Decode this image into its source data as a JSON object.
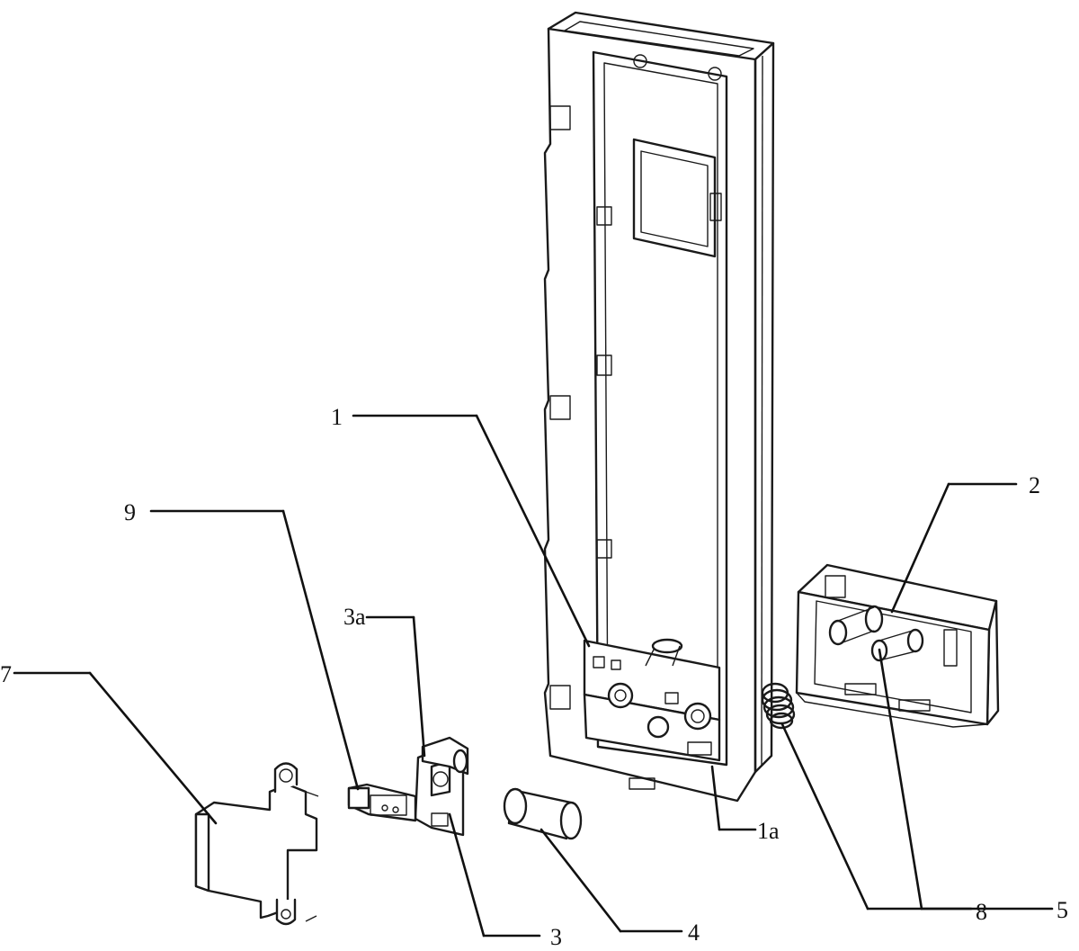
{
  "labels": [
    {
      "id": "1",
      "text": "1"
    },
    {
      "id": "1a",
      "text": "1a"
    },
    {
      "id": "2",
      "text": "2"
    },
    {
      "id": "3",
      "text": "3"
    },
    {
      "id": "3a",
      "text": "3a"
    },
    {
      "id": "4",
      "text": "4"
    },
    {
      "id": "5",
      "text": "5"
    },
    {
      "id": "7",
      "text": "7"
    },
    {
      "id": "8",
      "text": "8"
    },
    {
      "id": "9",
      "text": "9"
    }
  ]
}
